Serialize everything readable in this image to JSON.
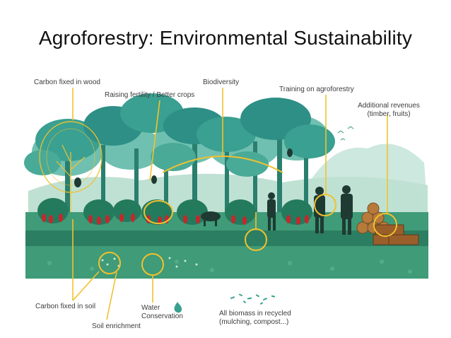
{
  "title": "Agroforestry: Environmental Sustainability",
  "labels": {
    "carbon_wood": "Carbon fixed in wood",
    "raising_fertility": "Raising fertility / Better crops",
    "biodiversity": "Biodiversity",
    "training": "Training on agroforestry",
    "revenues_line1": "Additional revenues",
    "revenues_line2": "(timber, fruits)",
    "carbon_soil": "Carbon fixed in soil",
    "water_line1": "Water",
    "water_line2": "Conservation",
    "soil_enrichment": "Soil enrichment",
    "biomass_line1": "All biomass in recycled",
    "biomass_line2": "(mulching, compost...)"
  },
  "colors": {
    "accent_yellow": "#f2c12e",
    "ground_green": "#3f9b78",
    "ground_dark": "#2c7e62",
    "canopy_dark": "#2e8f86",
    "canopy_light": "#59b5a6",
    "background_hills": "#c9e6dc",
    "cocoa_pod": "#c8262b"
  },
  "icons": [
    "water-drop-icon"
  ]
}
